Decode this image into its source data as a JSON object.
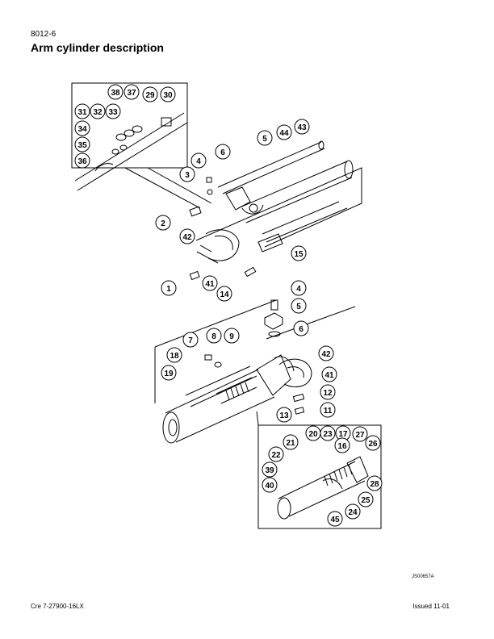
{
  "header": {
    "page_id": "8012-6",
    "title": "Arm cylinder description"
  },
  "figure": {
    "code": "JS00657A",
    "callouts_inset_top": [
      "38",
      "37",
      "29",
      "30",
      "31",
      "32",
      "33",
      "34",
      "35",
      "36"
    ],
    "callouts_top": [
      "6",
      "5",
      "44",
      "43",
      "4",
      "3",
      "2",
      "42",
      "15",
      "1",
      "41",
      "14"
    ],
    "callouts_bottom": [
      "4",
      "5",
      "6",
      "7",
      "8",
      "9",
      "18",
      "19",
      "42",
      "41",
      "12",
      "11",
      "13"
    ],
    "callouts_inset_bottom": [
      "20",
      "23",
      "17",
      "27",
      "21",
      "16",
      "26",
      "22",
      "39",
      "40",
      "28",
      "25",
      "24",
      "45"
    ]
  },
  "footer": {
    "left": "Cre  7-27900-16LX",
    "right": "Issued 11-01"
  }
}
